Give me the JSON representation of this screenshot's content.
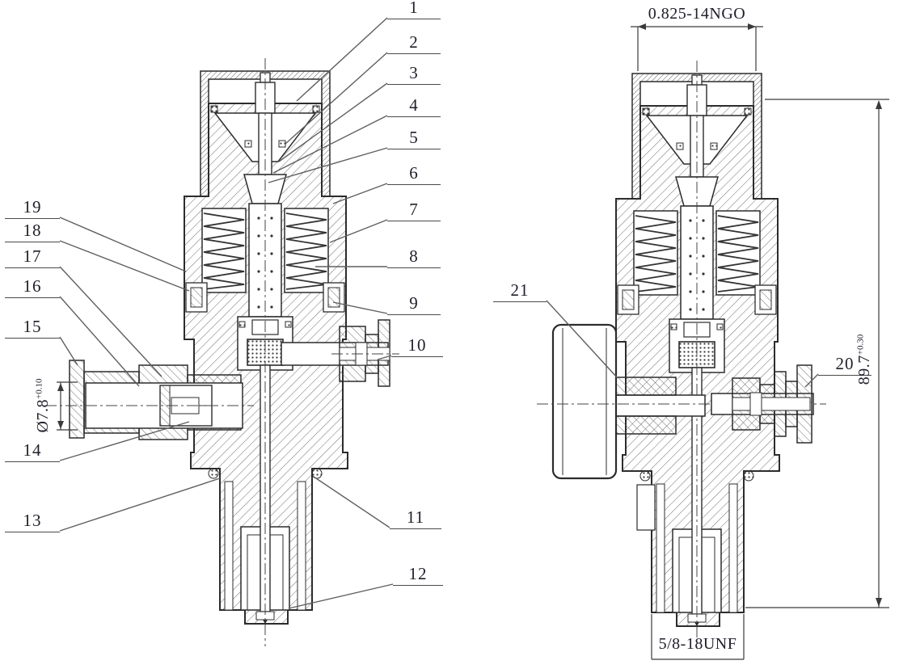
{
  "colors": {
    "background": "#ffffff",
    "line": "#2c2c2c",
    "text": "#20202c",
    "hatch": "#6e6e6e",
    "leader": "#5f5f5f"
  },
  "callouts": {
    "c1": "1",
    "c2": "2",
    "c3": "3",
    "c4": "4",
    "c5": "5",
    "c6": "6",
    "c7": "7",
    "c8": "8",
    "c9": "9",
    "c10": "10",
    "c11": "11",
    "c12": "12",
    "c13": "13",
    "c14": "14",
    "c15": "15",
    "c16": "16",
    "c17": "17",
    "c18": "18",
    "c19": "19",
    "c20": "20",
    "c21": "21"
  },
  "dimensions": {
    "top_thread": "0.825-14NGO",
    "bottom_thread": "5/8-18UNF",
    "height_value": "89.7",
    "height_tolerance": "+0.30",
    "bore_value": "Ø7.8",
    "bore_tolerance": "+0.10"
  }
}
